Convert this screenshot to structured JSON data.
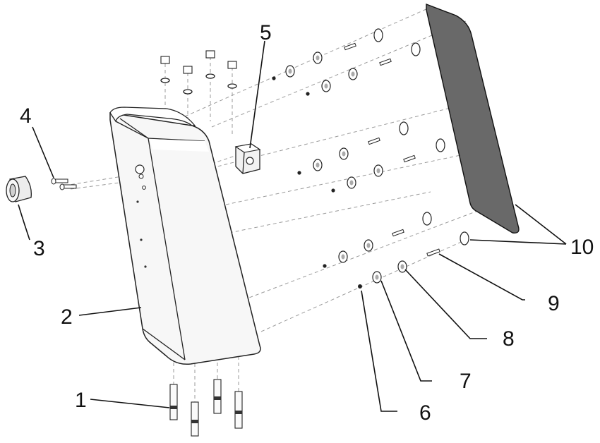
{
  "diagram": {
    "callouts": {
      "c1": "1",
      "c2": "2",
      "c3": "3",
      "c4": "4",
      "c5": "5",
      "c6": "6",
      "c7": "7",
      "c8": "8",
      "c9": "9",
      "c10": "10"
    },
    "colors": {
      "panel_fill": "#696969",
      "housing_fill": "#f7f7f7",
      "line": "#222222",
      "dash": "#9a9a9a"
    }
  }
}
